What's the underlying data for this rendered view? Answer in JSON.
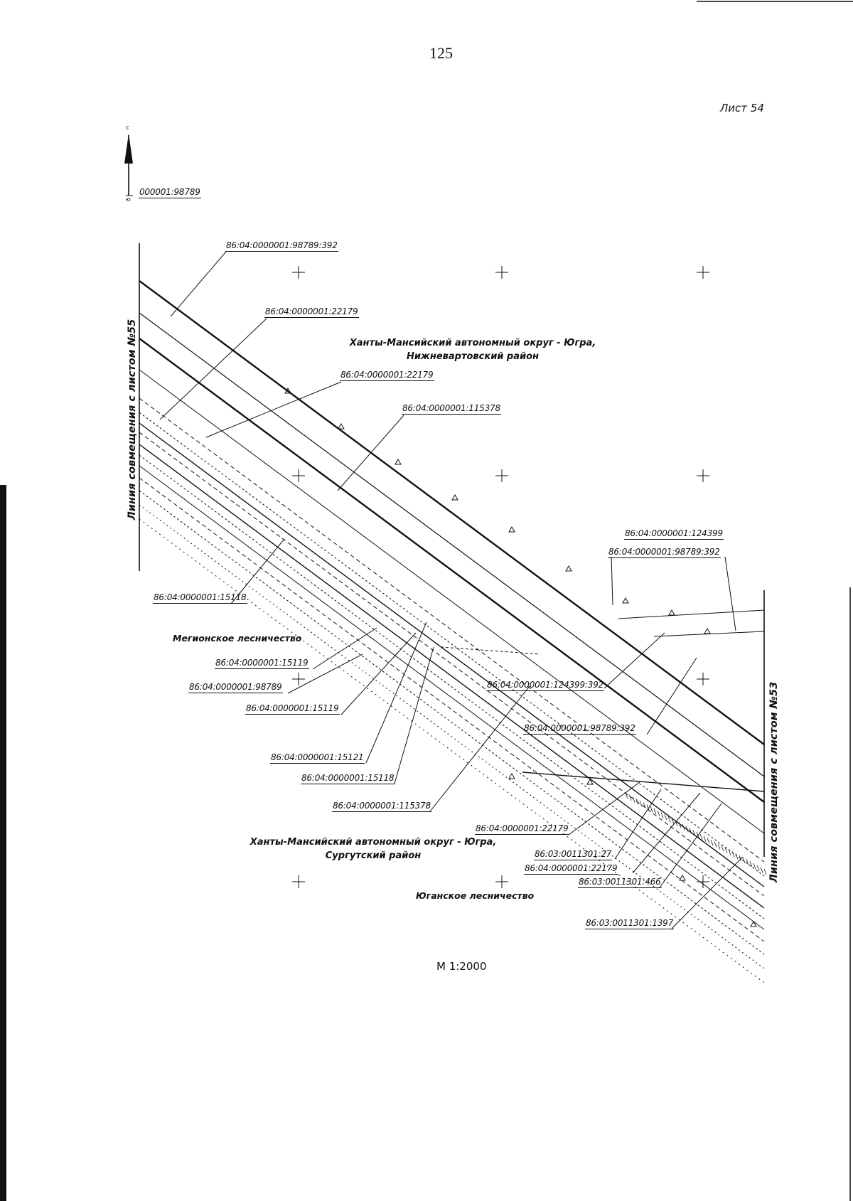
{
  "page_number": "125",
  "sheet_label": "Лист 54",
  "north_arrow": {
    "top_letter": "с",
    "bottom_letter": "ю",
    "label": "000001:98789"
  },
  "scale": "М 1:2000",
  "regions": {
    "north_region_line1": "Ханты-Мансийский автономный округ - Югра,",
    "north_region_line2": "Нижневартовский район",
    "south_region_line1": "Ханты-Мансийский автономный округ - Югра,",
    "south_region_line2": "Сургутский район",
    "forestry_megion": "Мегионское лесничество",
    "forestry_yugan": "Юганское лесничество"
  },
  "match_lines": {
    "left": "Линия совмещения с листом №55",
    "right": "Линия совмещения с листом №53"
  },
  "parcels": [
    "86:04:0000001:98789:392",
    "86:04:0000001:22179",
    "86:04:0000001:22179",
    "86:04:0000001:115378",
    "86:04:0000001:124399",
    "86:04:0000001:98789:392",
    "86:04:0000001:15118",
    "86:04:0000001:15119",
    "86:04:0000001:98789",
    "86:04:0000001:15119",
    "86:04:0000001:124399:392",
    "86:04:0000001:98789:392",
    "86:04:0000001:15121",
    "86:04:0000001:15118",
    "86:04:0000001:115378",
    "86:04:0000001:22179",
    "86:03:0011301:27",
    "86:04:0000001:22179",
    "86:03:0011301:466",
    "86:03:0011301:1397"
  ]
}
